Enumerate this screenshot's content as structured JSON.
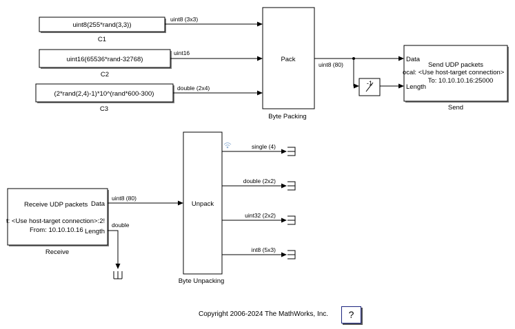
{
  "constants": [
    {
      "name": "C1",
      "expression": "uint8(255*rand(3,3))",
      "signal": "uint8 (3x3)"
    },
    {
      "name": "C2",
      "expression": "uint16(65536*rand-32768)",
      "signal": "uint16"
    },
    {
      "name": "C3",
      "expression": "(2*rand(2,4)-1)*10^(rand*600-300)",
      "signal": "double (2x4)"
    }
  ],
  "pack": {
    "label": "Pack",
    "name": "Byte Packing",
    "output_signal": "uint8 (80)"
  },
  "gain": {
    "label": "-1"
  },
  "send": {
    "name": "Send",
    "title": "Send UDP packets",
    "local": "ocal: <Use host-target connection>",
    "to": "To: 10.10.10.16:25000",
    "ports": [
      "Data",
      "Length"
    ]
  },
  "receive": {
    "name": "Receive",
    "title": "Receive UDP packets",
    "local": "t: <Use host-target connection>:2!",
    "from": "From: 10.10.10.16",
    "ports": [
      "Data",
      "Length"
    ],
    "data_signal": "uint8 (80)",
    "length_signal": "double"
  },
  "unpack": {
    "label": "Unpack",
    "name": "Byte Unpacking",
    "outputs": [
      "single (4)",
      "double (2x2)",
      "uint32 (2x2)",
      "int8 (5x3)"
    ]
  },
  "footer": {
    "copyright": "Copyright 2006-2024 The MathWorks, Inc.",
    "help_label": "?"
  }
}
